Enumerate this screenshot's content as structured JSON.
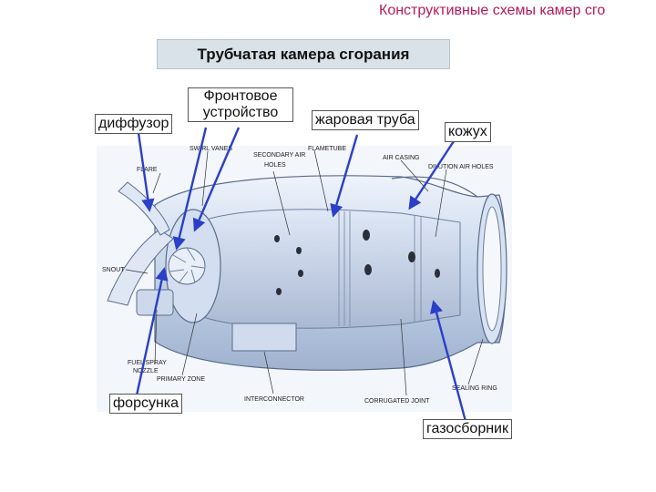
{
  "header": {
    "title": "Конструктивные схемы камер сго"
  },
  "title": "Трубчатая камера сгорания",
  "labels": {
    "diffuser": "диффузор",
    "front_device": "Фронтовое устройство",
    "flame_tube": "жаровая труба",
    "casing": "кожух",
    "injector": "форсунка",
    "gas_collector": "газосборник"
  },
  "drawing_labels": {
    "swirl_vanes": "SWIRL VANES",
    "secondary_air_holes_1": "SECONDARY AIR",
    "secondary_air_holes_2": "HOLES",
    "flametube": "FLAMETUBE",
    "air_casing": "AIR CASING",
    "dilution_air_holes": "DILUTION AIR HOLES",
    "flare": "FLARE",
    "snout": "SNOUT",
    "fuel_spray_nozzle_1": "FUEL SPRAY",
    "fuel_spray_nozzle_2": "NOZZLE",
    "primary_zone": "PRIMARY ZONE",
    "interconnector": "INTERCONNECTOR",
    "corrugated_joint": "CORRUGATED JOINT",
    "sealing_ring": "SEALING RING"
  },
  "colors": {
    "header": "#b8195a",
    "title_bg": "#d8e2e8",
    "arrow": "#2b3fc8",
    "metal": "#c9d7ec"
  }
}
